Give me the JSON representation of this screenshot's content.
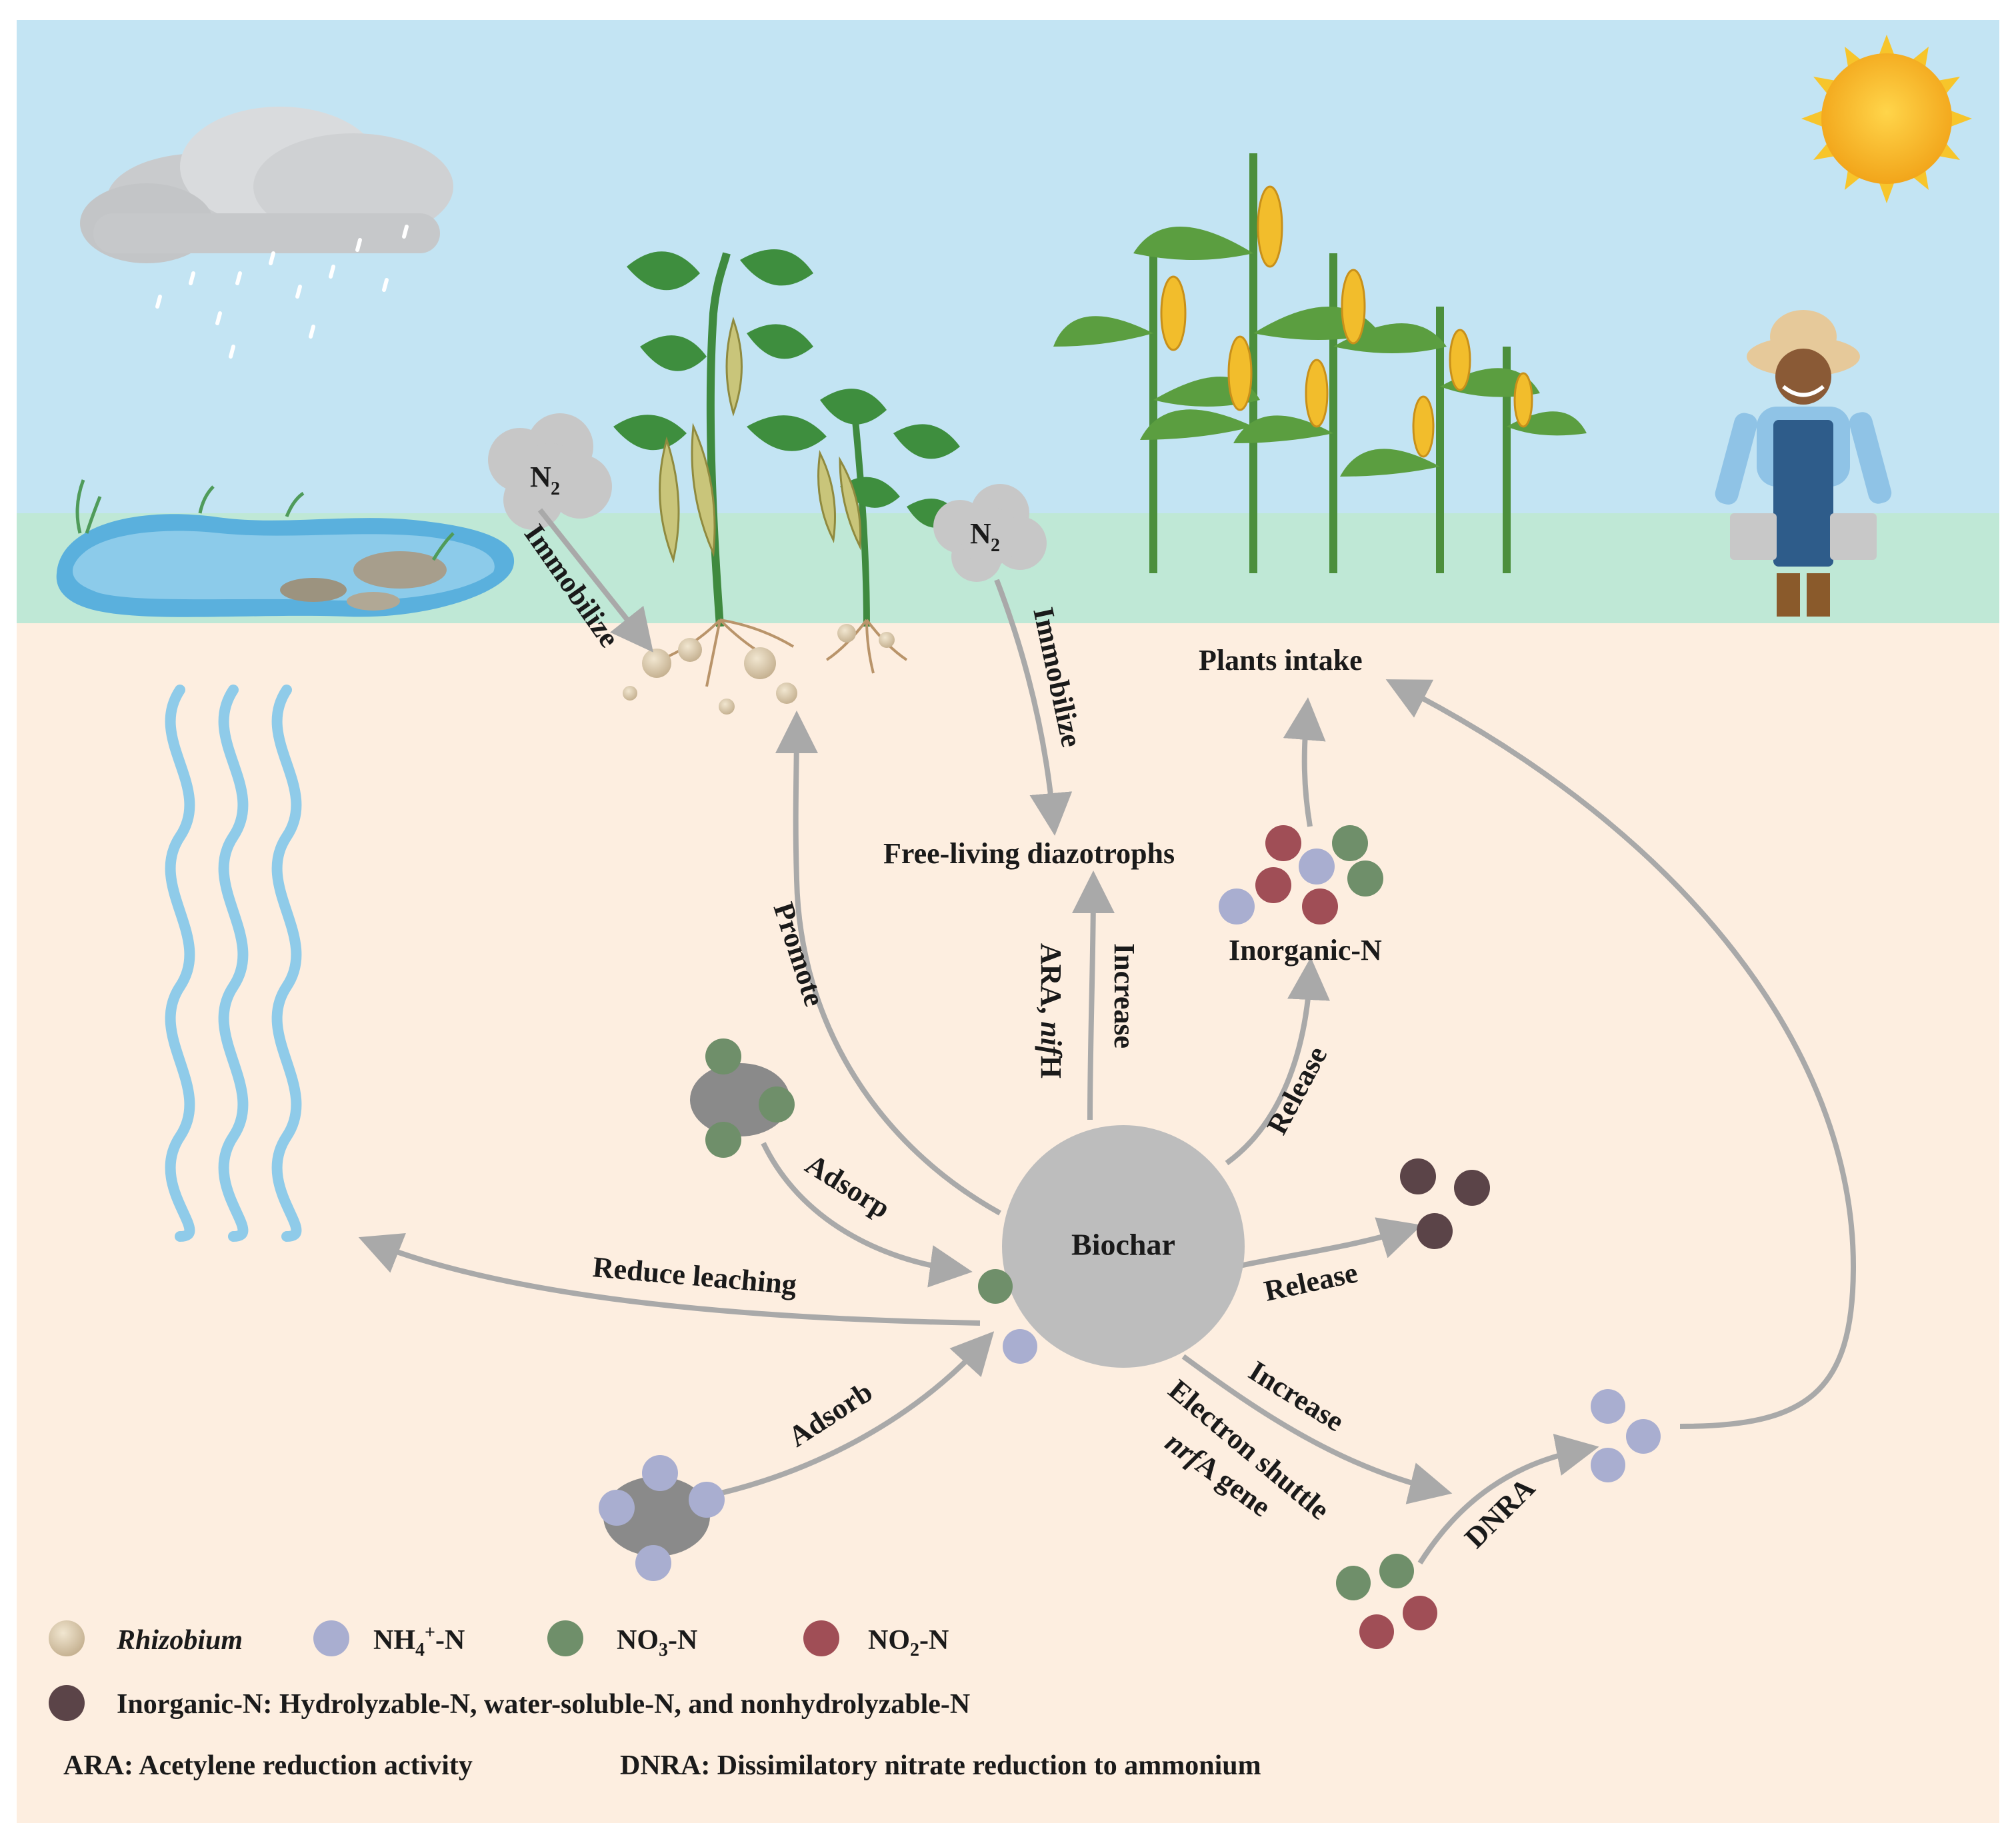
{
  "diagram": {
    "center": "Biochar",
    "labels": {
      "plants_intake": "Plants intake",
      "free_living": "Free-living diazotrophs",
      "inorganic_n": "Inorganic-N",
      "immobilize_left": "Immobilize",
      "immobilize_right": "Immobilize",
      "n2_left": "N",
      "n2_right": "N",
      "n2_sub": "2",
      "promote": "Promote",
      "increase_up": "Increase",
      "ara_nifh": "ARA, ",
      "nifh": "nif",
      "nifh_h": "H",
      "release_up": "Release",
      "release_right": "Release",
      "adsorp": "Adsorp",
      "adsorb": "Adsorb",
      "reduce_leaching": "Reduce leaching",
      "increase_down": "Increase",
      "electron_shuttle": "Electron shuttle",
      "nrfa_italic": "nrf",
      "nrfa_rest": "A gene",
      "dnra": "DNRA"
    }
  },
  "legend": {
    "rhizobium": "Rhizobium",
    "nh4_a": "NH",
    "nh4_sub": "4",
    "nh4_sup": "+",
    "nh4_b": "-N",
    "no3_a": "NO",
    "no3_sub": "3",
    "no3_b": "-N",
    "no2_a": "NO",
    "no2_sub": "2",
    "no2_b": "-N",
    "inorganic_def": "Inorganic-N: Hydrolyzable-N, water-soluble-N, and nonhydrolyzable-N",
    "ara_def": "ARA: Acetylene reduction activity",
    "dnra_def": "DNRA: Dissimilatory nitrate reduction to ammonium"
  },
  "colors": {
    "sky": "#c3e4f3",
    "ground_strip": "#bfe8d6",
    "soil": "#fdeee0",
    "arrow": "#a9a9a9",
    "biochar": "#bdbdbd",
    "nh4": "#a9aed0",
    "no3": "#6f8f6a",
    "no2": "#a04e56",
    "inorganic": "#5b4448",
    "rhizobium": "#d8c9ad",
    "water_wave": "#8fcbe9"
  }
}
